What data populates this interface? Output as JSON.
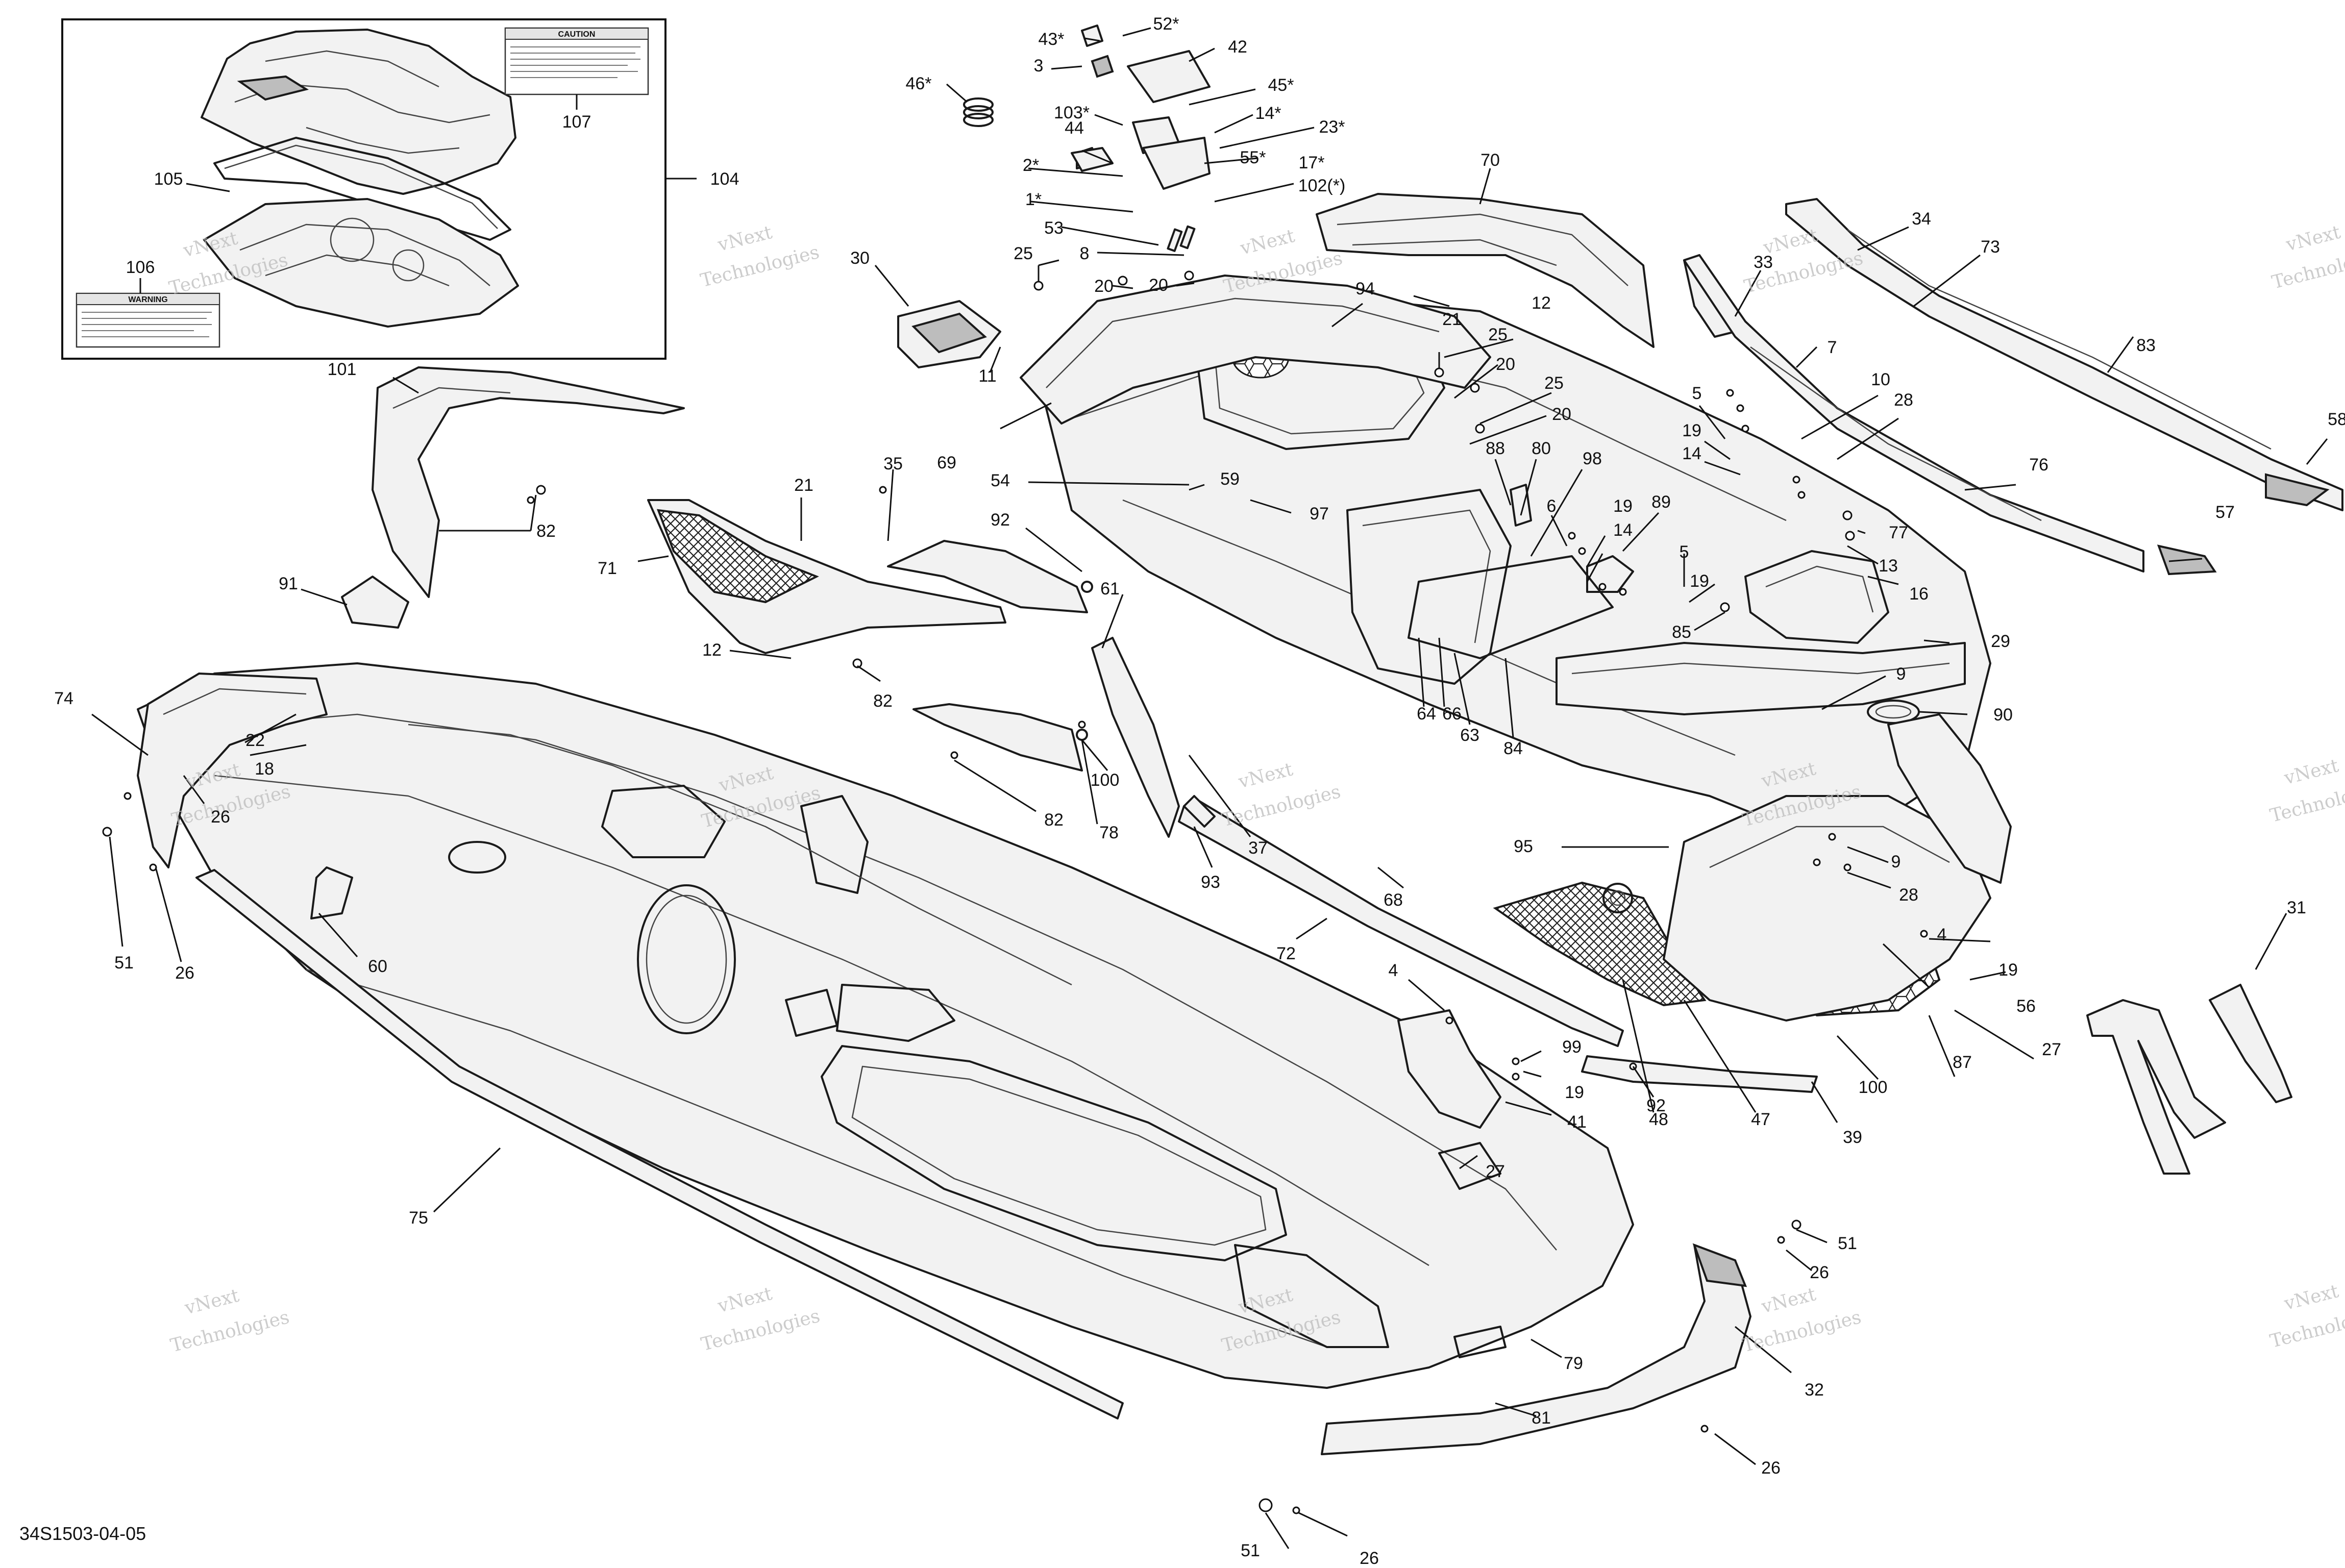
{
  "document_id": "34S1503-04-05",
  "watermark": [
    "vNext",
    "Technologies"
  ],
  "inset": {
    "caution_label_title": "CAUTION",
    "warning_label_title": "WARNING"
  },
  "callouts": [
    {
      "id": "c1",
      "text": "107"
    },
    {
      "id": "c2",
      "text": "104"
    },
    {
      "id": "c3",
      "text": "105"
    },
    {
      "id": "c4",
      "text": "106"
    },
    {
      "id": "c5",
      "text": "43*"
    },
    {
      "id": "c6",
      "text": "52*"
    },
    {
      "id": "c7",
      "text": "42"
    },
    {
      "id": "c8",
      "text": "3"
    },
    {
      "id": "c9",
      "text": "46*"
    },
    {
      "id": "c10",
      "text": "45*"
    },
    {
      "id": "c11",
      "text": "103*"
    },
    {
      "id": "c12",
      "text": "14*"
    },
    {
      "id": "c13",
      "text": "23*"
    },
    {
      "id": "c14",
      "text": "44"
    },
    {
      "id": "c15",
      "text": "55*"
    },
    {
      "id": "c16",
      "text": "17*"
    },
    {
      "id": "c17",
      "text": "2*"
    },
    {
      "id": "c18",
      "text": "102(*)"
    },
    {
      "id": "c19",
      "text": "1*"
    },
    {
      "id": "c20",
      "text": "53"
    },
    {
      "id": "c21",
      "text": "70"
    },
    {
      "id": "c22",
      "text": "34"
    },
    {
      "id": "c23",
      "text": "73"
    },
    {
      "id": "c24",
      "text": "33"
    },
    {
      "id": "c25",
      "text": "8"
    },
    {
      "id": "c26",
      "text": "25"
    },
    {
      "id": "c27",
      "text": "20"
    },
    {
      "id": "c28",
      "text": "20"
    },
    {
      "id": "c29",
      "text": "30"
    },
    {
      "id": "c30",
      "text": "94"
    },
    {
      "id": "c31",
      "text": "21"
    },
    {
      "id": "c32",
      "text": "12"
    },
    {
      "id": "c33",
      "text": "25"
    },
    {
      "id": "c34",
      "text": "20"
    },
    {
      "id": "c35",
      "text": "25"
    },
    {
      "id": "c36",
      "text": "20"
    },
    {
      "id": "c37",
      "text": "7"
    },
    {
      "id": "c38",
      "text": "83"
    },
    {
      "id": "c39",
      "text": "11"
    },
    {
      "id": "c40",
      "text": "10"
    },
    {
      "id": "c41",
      "text": "28"
    },
    {
      "id": "c42",
      "text": "5"
    },
    {
      "id": "c43",
      "text": "58"
    },
    {
      "id": "c44",
      "text": "69"
    },
    {
      "id": "c45",
      "text": "101"
    },
    {
      "id": "c46",
      "text": "19"
    },
    {
      "id": "c47",
      "text": "14"
    },
    {
      "id": "c48",
      "text": "76"
    },
    {
      "id": "c49",
      "text": "88"
    },
    {
      "id": "c50",
      "text": "80"
    },
    {
      "id": "c51",
      "text": "98"
    },
    {
      "id": "c52",
      "text": "35"
    },
    {
      "id": "c53",
      "text": "21"
    },
    {
      "id": "c54",
      "text": "54"
    },
    {
      "id": "c55",
      "text": "59"
    },
    {
      "id": "c56",
      "text": "77"
    },
    {
      "id": "c57",
      "text": "57"
    },
    {
      "id": "c58",
      "text": "82"
    },
    {
      "id": "c59",
      "text": "97"
    },
    {
      "id": "c60",
      "text": "89"
    },
    {
      "id": "c61",
      "text": "6"
    },
    {
      "id": "c62",
      "text": "19"
    },
    {
      "id": "c63",
      "text": "14"
    },
    {
      "id": "c64",
      "text": "13"
    },
    {
      "id": "c65",
      "text": "71"
    },
    {
      "id": "c66",
      "text": "92"
    },
    {
      "id": "c67",
      "text": "5"
    },
    {
      "id": "c68",
      "text": "16"
    },
    {
      "id": "c69",
      "text": "91"
    },
    {
      "id": "c70",
      "text": "61"
    },
    {
      "id": "c71",
      "text": "19"
    },
    {
      "id": "c72",
      "text": "85"
    },
    {
      "id": "c73",
      "text": "12"
    },
    {
      "id": "c74",
      "text": "29"
    },
    {
      "id": "c75",
      "text": "82"
    },
    {
      "id": "c76",
      "text": "9"
    },
    {
      "id": "c77",
      "text": "64"
    },
    {
      "id": "c78",
      "text": "66"
    },
    {
      "id": "c79",
      "text": "63"
    },
    {
      "id": "c80",
      "text": "84"
    },
    {
      "id": "c81",
      "text": "90"
    },
    {
      "id": "c82",
      "text": "74"
    },
    {
      "id": "c83",
      "text": "22"
    },
    {
      "id": "c84",
      "text": "18"
    },
    {
      "id": "c85",
      "text": "26"
    },
    {
      "id": "c86",
      "text": "100"
    },
    {
      "id": "c87",
      "text": "82"
    },
    {
      "id": "c88",
      "text": "78"
    },
    {
      "id": "c89",
      "text": "37"
    },
    {
      "id": "c90",
      "text": "95"
    },
    {
      "id": "c91",
      "text": "9"
    },
    {
      "id": "c92",
      "text": "28"
    },
    {
      "id": "c93",
      "text": "68"
    },
    {
      "id": "c94",
      "text": "93"
    },
    {
      "id": "c95",
      "text": "51"
    },
    {
      "id": "c96",
      "text": "26"
    },
    {
      "id": "c97",
      "text": "60"
    },
    {
      "id": "c98",
      "text": "72"
    },
    {
      "id": "c99",
      "text": "4"
    },
    {
      "id": "c100",
      "text": "19"
    },
    {
      "id": "c101",
      "text": "31"
    },
    {
      "id": "c102",
      "text": "56"
    },
    {
      "id": "c103",
      "text": "4"
    },
    {
      "id": "c104",
      "text": "99"
    },
    {
      "id": "c105",
      "text": "19"
    },
    {
      "id": "c106",
      "text": "41"
    },
    {
      "id": "c107",
      "text": "27"
    },
    {
      "id": "c108",
      "text": "87"
    },
    {
      "id": "c109",
      "text": "92"
    },
    {
      "id": "c110",
      "text": "48"
    },
    {
      "id": "c111",
      "text": "47"
    },
    {
      "id": "c112",
      "text": "100"
    },
    {
      "id": "c113",
      "text": "39"
    },
    {
      "id": "c114",
      "text": "27"
    },
    {
      "id": "c115",
      "text": "75"
    },
    {
      "id": "c116",
      "text": "51"
    },
    {
      "id": "c117",
      "text": "26"
    },
    {
      "id": "c118",
      "text": "79"
    },
    {
      "id": "c119",
      "text": "32"
    },
    {
      "id": "c120",
      "text": "81"
    },
    {
      "id": "c121",
      "text": "26"
    },
    {
      "id": "c122",
      "text": "51"
    },
    {
      "id": "c123",
      "text": "26"
    }
  ]
}
